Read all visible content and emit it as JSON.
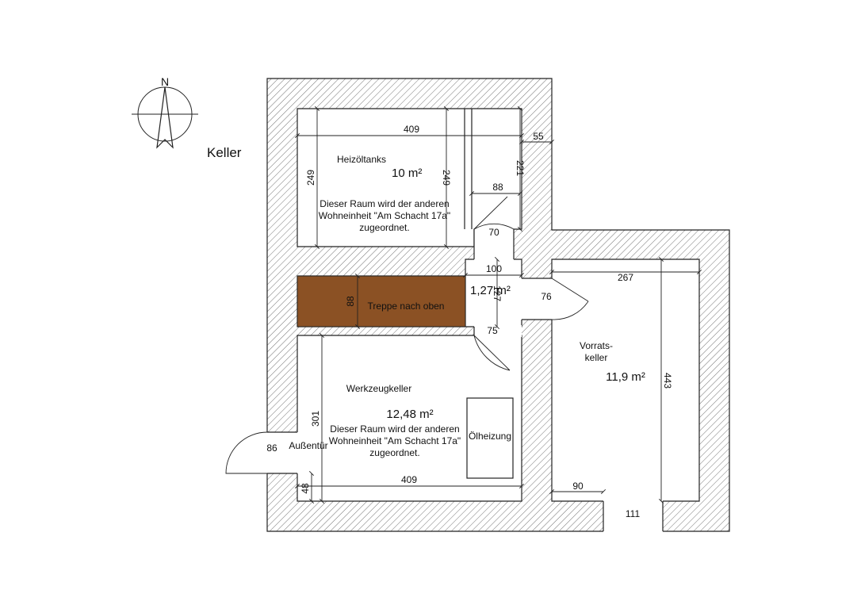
{
  "title": "Keller",
  "compass": {
    "north": "N"
  },
  "colors": {
    "stairs": "#8B5124",
    "hatch": "#555555",
    "line": "#222222"
  },
  "rooms": {
    "heizoel": {
      "name": "Heizöltanks",
      "area": "10 m²",
      "note": [
        "Dieser Raum wird der anderen",
        "Wohneinheit \"Am Schacht 17a\"",
        "zugeordnet."
      ],
      "dims": {
        "width": "409",
        "height_left": "249",
        "height_right": "249",
        "depth_right": "221",
        "niche": "88",
        "offset": "55"
      }
    },
    "flur": {
      "area": "1,27 m²",
      "dims": {
        "width": "100",
        "height": "127",
        "door_top": "70",
        "door_bottom": "75",
        "door_right": "76"
      }
    },
    "treppe": {
      "name": "Treppe nach oben",
      "dims": {
        "height": "88"
      }
    },
    "werkzeug": {
      "name": "Werkzeugkeller",
      "area": "12,48 m²",
      "note": [
        "Dieser Raum wird der anderen",
        "Wohneinheit \"Am Schacht 17a\"",
        "zugeordnet."
      ],
      "heater": "Ölheizung",
      "dims": {
        "width": "409",
        "height": "301",
        "sill": "48"
      }
    },
    "vorrat": {
      "name": [
        "Vorrats-",
        "keller"
      ],
      "area": "11,9 m²",
      "dims": {
        "width": "267",
        "height": "443",
        "inner": "90",
        "window": "111"
      }
    }
  },
  "outer_door": {
    "name": "Außentür",
    "width": "86"
  }
}
